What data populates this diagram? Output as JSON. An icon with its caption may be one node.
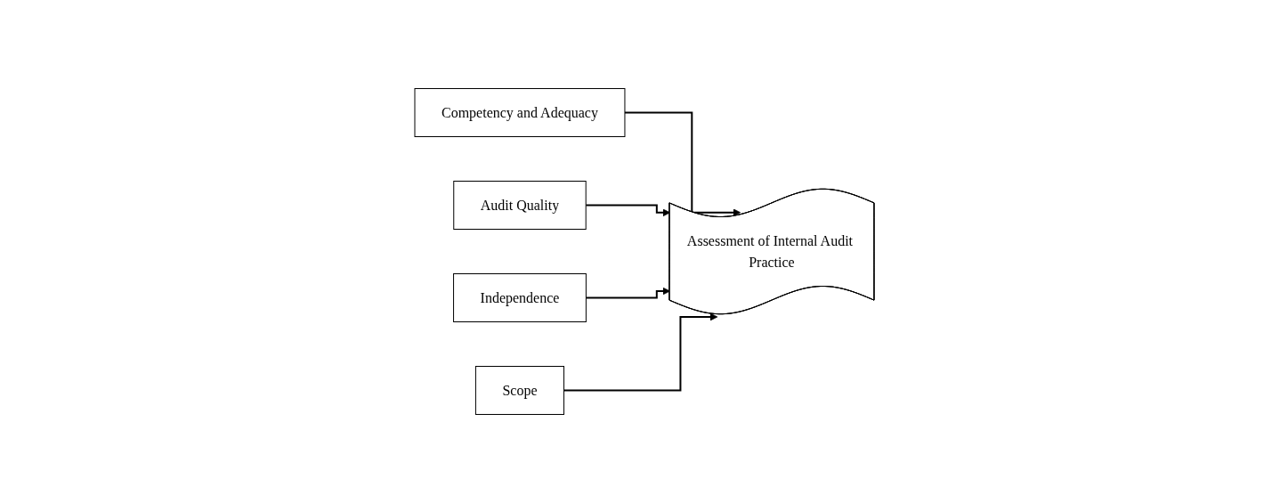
{
  "diagram": {
    "nodes": [
      {
        "text": [
          "Competency and Adequacy"
        ]
      },
      {
        "text": [
          "Audit Quality"
        ]
      },
      {
        "text": [
          "Independence"
        ]
      },
      {
        "text": [
          "Scope"
        ]
      },
      {
        "text": [
          "Assessment of Internal Audit Practice"
        ]
      }
    ],
    "edges": [
      {
        "from": 0,
        "to": 4,
        "arrow": "to"
      },
      {
        "from": 1,
        "to": 4,
        "arrow": "to"
      },
      {
        "from": 2,
        "to": 4,
        "arrow": "to"
      },
      {
        "from": 3,
        "to": 4,
        "arrow": "to"
      }
    ]
  }
}
